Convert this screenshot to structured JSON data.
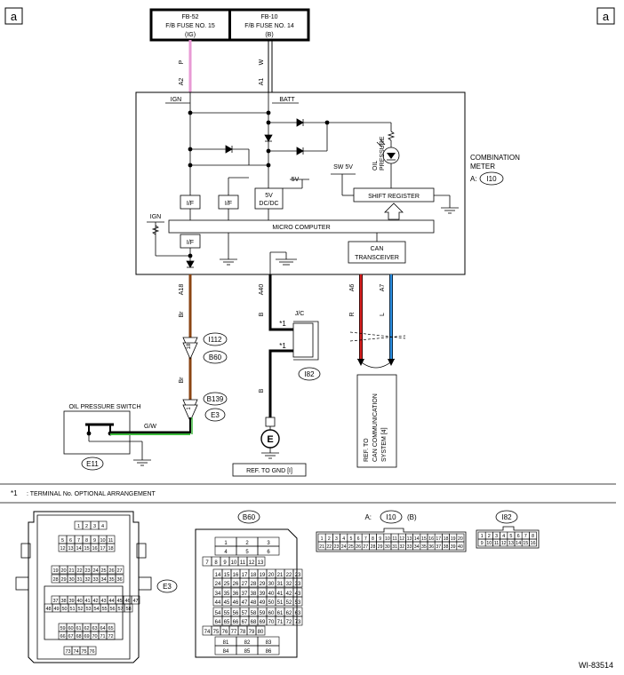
{
  "page_letter": "a",
  "fuses": [
    {
      "name": "FB-52",
      "desc": "F/B FUSE NO. 15",
      "sub": "(IG)"
    },
    {
      "name": "FB-10",
      "desc": "F/B FUSE NO. 14",
      "sub": "(B)"
    }
  ],
  "wire_colors": {
    "ign": "P",
    "batt": "W",
    "oil": "Br",
    "gnd": "B",
    "can_h": "R",
    "can_l": "L",
    "switch": "G/W"
  },
  "pins": {
    "ign": "A2",
    "batt": "A1",
    "oil": "A18",
    "gnd": "A40",
    "can_h": "A6",
    "can_l": "A7"
  },
  "meter": {
    "ign_label": "IGN",
    "batt_label": "BATT",
    "if_label": "I/F",
    "dcdc_label_1": "5V",
    "dcdc_label_2": "DC/DC",
    "five_v": "5V",
    "sw5v": "SW 5V",
    "shift_register": "SHIFT REGISTER",
    "micro_computer": "MICRO COMPUTER",
    "can_1": "CAN",
    "can_2": "TRANSCEIVER",
    "oil_1": "OIL",
    "oil_2": "PRESSURE",
    "name_1": "COMBINATION",
    "name_2": "METER",
    "conn_prefix": "A:",
    "conn": "I10"
  },
  "connectors": {
    "i112": "I112",
    "b60": "B60",
    "pin_18": "18",
    "b139": "B139",
    "e3": "E3",
    "pin_1": "1",
    "i82": "I82",
    "jc": "J/C",
    "star": "*1",
    "e11": "E11",
    "ground": "E"
  },
  "oil_switch": "OIL PRESSURE SWITCH",
  "ref_gnd": "REF. TO GND [I]",
  "ref_can": [
    "REF. TO",
    "CAN COMMUNICATION",
    "SYSTEM [4]"
  ],
  "footnote_mark": "*1",
  "footnote": ": TERMINAL No. OPTIONAL ARRANGEMENT",
  "bottom": {
    "e3": {
      "label": "E3",
      "rows": [
        [
          "1",
          "2",
          "3",
          "4"
        ],
        [
          "5",
          "6",
          "7",
          "8",
          "9",
          "10",
          "11"
        ],
        [
          "12",
          "13",
          "14",
          "15",
          "16",
          "17",
          "18"
        ],
        [
          "19",
          "20",
          "21",
          "22",
          "23",
          "24",
          "25",
          "26",
          "27"
        ],
        [
          "28",
          "29",
          "30",
          "31",
          "32",
          "33",
          "34",
          "35",
          "36"
        ],
        [
          "37",
          "38",
          "39",
          "40",
          "41",
          "42",
          "43",
          "44",
          "45",
          "46",
          "47"
        ],
        [
          "48",
          "49",
          "50",
          "51",
          "52",
          "53",
          "54",
          "55",
          "56",
          "57",
          "58"
        ],
        [
          "59",
          "60",
          "61",
          "62",
          "63",
          "64",
          "65"
        ],
        [
          "66",
          "67",
          "68",
          "69",
          "70",
          "71",
          "72"
        ],
        [
          "73",
          "74",
          "75",
          "76"
        ]
      ]
    },
    "b60": {
      "label": "B60",
      "rows": [
        [
          "1",
          "2",
          "3"
        ],
        [
          "4",
          "5",
          "6"
        ],
        [
          "7",
          "8",
          "9",
          "10",
          "11",
          "12",
          "13"
        ],
        [
          "14",
          "15",
          "16",
          "17",
          "18",
          "19",
          "20",
          "21",
          "22",
          "23"
        ],
        [
          "24",
          "25",
          "26",
          "27",
          "28",
          "29",
          "30",
          "31",
          "32",
          "33"
        ],
        [
          "34",
          "35",
          "36",
          "37",
          "38",
          "39",
          "40",
          "41",
          "42",
          "43"
        ],
        [
          "44",
          "45",
          "46",
          "47",
          "48",
          "49",
          "50",
          "51",
          "52",
          "53"
        ],
        [
          "54",
          "55",
          "56",
          "57",
          "58",
          "59",
          "60",
          "61",
          "62",
          "63"
        ],
        [
          "64",
          "65",
          "66",
          "67",
          "68",
          "69",
          "70",
          "71",
          "72",
          "73"
        ],
        [
          "74",
          "75",
          "76",
          "77",
          "78",
          "79",
          "80"
        ],
        [
          "81",
          "82",
          "83"
        ],
        [
          "84",
          "85",
          "86"
        ]
      ]
    },
    "i10": {
      "prefix": "A:",
      "label": "I10",
      "suffix": "(B)",
      "rows": [
        [
          "1",
          "2",
          "3",
          "4",
          "5",
          "6",
          "7",
          "8",
          "9",
          "10",
          "11",
          "12",
          "13",
          "14",
          "15",
          "16",
          "17",
          "18",
          "19",
          "20"
        ],
        [
          "21",
          "22",
          "23",
          "24",
          "25",
          "26",
          "27",
          "28",
          "29",
          "30",
          "31",
          "32",
          "33",
          "34",
          "35",
          "36",
          "37",
          "38",
          "39",
          "40"
        ]
      ]
    },
    "i82": {
      "label": "I82",
      "rows": [
        [
          "1",
          "2",
          "3",
          "4",
          "5",
          "6",
          "7",
          "8"
        ],
        [
          "9",
          "10",
          "11",
          "12",
          "13",
          "14",
          "15",
          "16"
        ]
      ]
    }
  },
  "figure_id": "WI-83514"
}
